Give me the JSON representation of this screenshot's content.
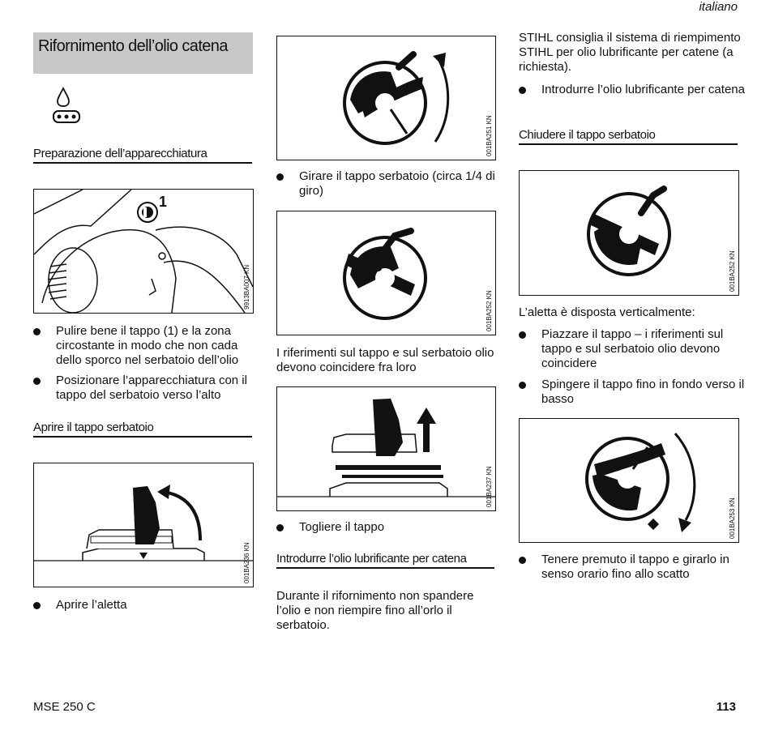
{
  "header": {
    "language": "italiano"
  },
  "title": "Rifornimento dell’olio  catena",
  "col1": {
    "heading_prep": "Preparazione dell’apparecchiatura",
    "fig1_code": "9913BA007 KN",
    "fig1_callout": "1",
    "bullets_prep": [
      "Pulire bene il tappo (1) e la zona circostante in modo che non cada dello sporco nel serbatoio dell’olio",
      "Posizionare l’apparecchiatura con il tappo del serbatoio verso l’alto"
    ],
    "heading_open": "Aprire il tappo serbatoio",
    "fig2_code": "001BA236 KN",
    "bullet_open": "Aprire l’aletta"
  },
  "col2": {
    "fig3_code": "001BA251 KN",
    "bullet_turn": "Girare il tappo serbatoio (circa 1/4 di giro)",
    "fig4_code": "001BA252 KN",
    "text_marks": "I riferimenti sul tappo e sul serbatoio olio devono coincidere fra loro",
    "fig5_code": "001BA237 KN",
    "bullet_remove": "Togliere il tappo",
    "heading_fill": "Introdurre l’olio lubrificante per catena",
    "text_fill": "Durante il rifornimento non spandere l’olio e non riempire fino all’orlo il serbatoio."
  },
  "col3": {
    "text_recommend": "STIHL consiglia il sistema di riempimento STIHL per olio lubrificante per catene (a richiesta).",
    "bullet_fill": "Introdurre l’olio lubrificante per catena",
    "heading_close": "Chiudere il tappo serbatoio",
    "fig6_code": "001BA252 KN",
    "text_vertical": "L’aletta è disposta verticalmente:",
    "bullets_close": [
      "Piazzare il tappo – i riferimenti sul tappo e sul serbatoio olio devono coincidere",
      "Spingere il tappo fino in fondo verso il basso"
    ],
    "fig7_code": "001BA253 KN",
    "bullet_turn_close": "Tenere premuto il tappo e girarlo in senso orario fino allo scatto"
  },
  "footer": {
    "model": "MSE 250 C",
    "page": "113"
  }
}
